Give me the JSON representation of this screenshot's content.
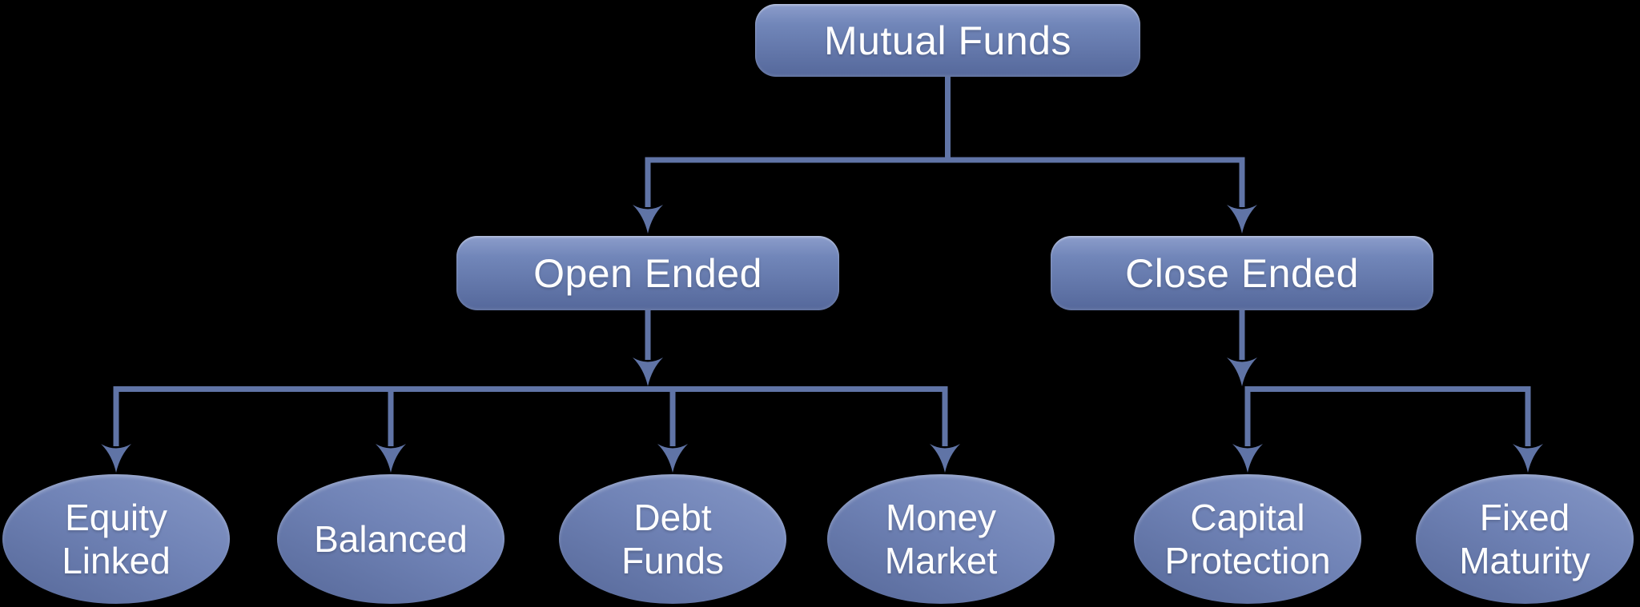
{
  "palette": {
    "background": "#000000",
    "shape_fill_top": "#8c9dcb",
    "shape_fill_bottom": "#55689b",
    "connector": "#6074a6",
    "text": "#ffffff"
  },
  "diagram": {
    "type": "hierarchy",
    "root": {
      "label": "Mutual Funds"
    },
    "branches": [
      {
        "label": "Open Ended",
        "children": [
          {
            "label": "Equity\nLinked"
          },
          {
            "label": "Balanced"
          },
          {
            "label": "Debt\nFunds"
          },
          {
            "label": "Money\nMarket"
          }
        ]
      },
      {
        "label": "Close Ended",
        "children": [
          {
            "label": "Capital\nProtection"
          },
          {
            "label": "Fixed\nMaturity"
          }
        ]
      }
    ]
  }
}
